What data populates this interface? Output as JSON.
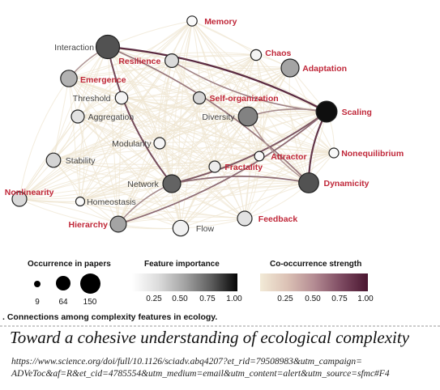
{
  "network": {
    "nodes": [
      {
        "id": "memory",
        "label": "Memory",
        "highlight": true,
        "occurrence": 9,
        "importance": 0.02
      },
      {
        "id": "interaction",
        "label": "Interaction",
        "highlight": false,
        "occurrence": 150,
        "importance": 0.72
      },
      {
        "id": "chaos",
        "label": "Chaos",
        "highlight": true,
        "occurrence": 12,
        "importance": 0.05
      },
      {
        "id": "resilience",
        "label": "Resilience",
        "highlight": true,
        "occurrence": 30,
        "importance": 0.15
      },
      {
        "id": "adaptation",
        "label": "Adaptation",
        "highlight": true,
        "occurrence": 70,
        "importance": 0.38
      },
      {
        "id": "emergence",
        "label": "Emergence",
        "highlight": true,
        "occurrence": 55,
        "importance": 0.32
      },
      {
        "id": "threshold",
        "label": "Threshold",
        "highlight": false,
        "occurrence": 22,
        "importance": 0.05
      },
      {
        "id": "self-organization",
        "label": "Self-organization",
        "highlight": true,
        "occurrence": 20,
        "importance": 0.18
      },
      {
        "id": "scaling",
        "label": "Scaling",
        "highlight": true,
        "occurrence": 110,
        "importance": 1.0
      },
      {
        "id": "aggregation",
        "label": "Aggregation",
        "highlight": false,
        "occurrence": 25,
        "importance": 0.12
      },
      {
        "id": "diversity",
        "label": "Diversity",
        "highlight": false,
        "occurrence": 85,
        "importance": 0.52
      },
      {
        "id": "modularity",
        "label": "Modularity",
        "highlight": false,
        "occurrence": 15,
        "importance": 0.04
      },
      {
        "id": "attractor",
        "label": "Attractor",
        "highlight": true,
        "occurrence": 7,
        "importance": 0.03
      },
      {
        "id": "nonequilibrium",
        "label": "Nonequilibrium",
        "highlight": true,
        "occurrence": 8,
        "importance": 0.03
      },
      {
        "id": "stability",
        "label": "Stability",
        "highlight": false,
        "occurrence": 35,
        "importance": 0.18
      },
      {
        "id": "fractality",
        "label": "Fractality",
        "highlight": true,
        "occurrence": 15,
        "importance": 0.08
      },
      {
        "id": "network",
        "label": "Network",
        "highlight": false,
        "occurrence": 70,
        "importance": 0.65
      },
      {
        "id": "dynamicity",
        "label": "Dynamicity",
        "highlight": true,
        "occurrence": 95,
        "importance": 0.72
      },
      {
        "id": "nonlinearity",
        "label": "Nonlinearity",
        "highlight": true,
        "occurrence": 38,
        "importance": 0.16
      },
      {
        "id": "homeostasis",
        "label": "Homeostasis",
        "highlight": false,
        "occurrence": 5,
        "importance": 0.02
      },
      {
        "id": "hierarchy",
        "label": "Hierarchy",
        "highlight": true,
        "occurrence": 50,
        "importance": 0.38
      },
      {
        "id": "flow",
        "label": "Flow",
        "highlight": false,
        "occurrence": 48,
        "importance": 0.06
      },
      {
        "id": "feedback",
        "label": "Feedback",
        "highlight": true,
        "occurrence": 38,
        "importance": 0.12
      }
    ],
    "strong_edges": [
      [
        "interaction",
        "scaling",
        0.9
      ],
      [
        "interaction",
        "network",
        0.75
      ],
      [
        "interaction",
        "dynamicity",
        0.55
      ],
      [
        "resilience",
        "scaling",
        0.5
      ],
      [
        "scaling",
        "network",
        0.7
      ],
      [
        "scaling",
        "dynamicity",
        0.85
      ],
      [
        "scaling",
        "hierarchy",
        0.6
      ],
      [
        "scaling",
        "diversity",
        0.45
      ],
      [
        "network",
        "dynamicity",
        0.6
      ],
      [
        "network",
        "hierarchy",
        0.45
      ],
      [
        "emergence",
        "interaction",
        0.4
      ],
      [
        "diversity",
        "dynamicity",
        0.4
      ]
    ]
  },
  "legend": {
    "occurrence": {
      "title": "Occurrence in papers",
      "ticks": [
        "9",
        "64",
        "150"
      ]
    },
    "importance": {
      "title": "Feature importance",
      "ticks": [
        "0.25",
        "0.50",
        "0.75",
        "1.00"
      ]
    },
    "cooccurrence": {
      "title": "Co-occurrence strength",
      "ticks": [
        "0.25",
        "0.50",
        "0.75",
        "1.00"
      ]
    }
  },
  "caption": ". Connections among complexity features in ecology.",
  "headline": "Toward a cohesive understanding of ecological complexity",
  "url_lines": [
    "https://www.science.org/doi/full/10.1126/sciadv.abq4207?et_rid=79508983&utm_campaign=",
    "ADVeToc&af=R&et_cid=4785554&utm_medium=email&utm_content=alert&utm_source=sfmc#F4"
  ],
  "colors": {
    "highlight_label": "#c0283a",
    "plain_label": "#444444",
    "edge_light": "#efe6d2",
    "edge_dark": "#4a1630"
  }
}
